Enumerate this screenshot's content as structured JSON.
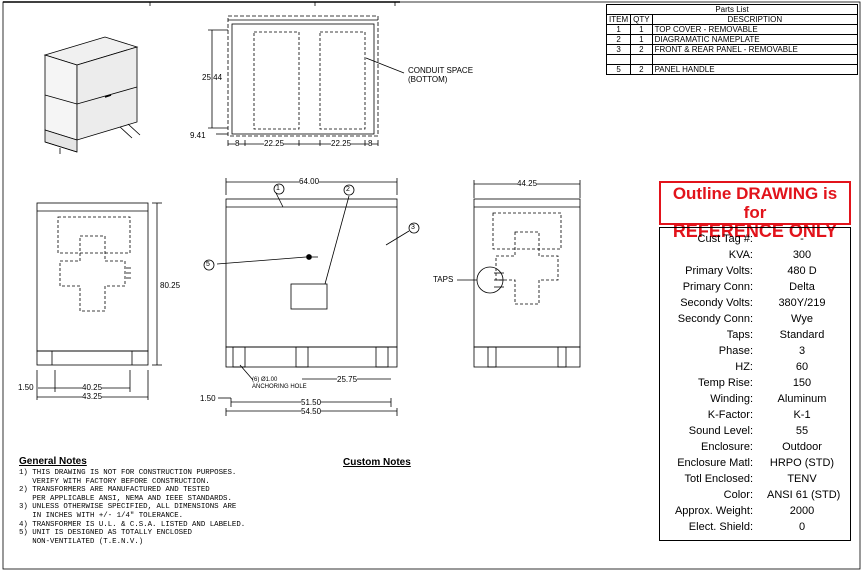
{
  "parts_list": {
    "caption": "Parts List",
    "headers": {
      "item": "ITEM",
      "qty": "QTY",
      "description": "DESCRIPTION"
    },
    "rows": [
      {
        "item": "1",
        "qty": "1",
        "description": "TOP COVER - REMOVABLE"
      },
      {
        "item": "2",
        "qty": "1",
        "description": "DIAGRAMATIC NAMEPLATE"
      },
      {
        "item": "3",
        "qty": "2",
        "description": "FRONT & REAR PANEL - REMOVABLE"
      },
      {
        "item": "",
        "qty": "",
        "description": ""
      },
      {
        "item": "5",
        "qty": "2",
        "description": "PANEL HANDLE"
      }
    ]
  },
  "stamp": {
    "line1": "Outline DRAWING is for",
    "line2": "REFERENCE ONLY"
  },
  "specs": [
    {
      "label": "Cust Tag #:",
      "value": "-"
    },
    {
      "label": "KVA:",
      "value": "300"
    },
    {
      "label": "Primary Volts:",
      "value": "480 D"
    },
    {
      "label": "Primary Conn:",
      "value": "Delta"
    },
    {
      "label": "Secondy Volts:",
      "value": "380Y/219"
    },
    {
      "label": "Secondy Conn:",
      "value": "Wye"
    },
    {
      "label": "Taps:",
      "value": "Standard"
    },
    {
      "label": "Phase:",
      "value": "3"
    },
    {
      "label": "HZ:",
      "value": "60"
    },
    {
      "label": "Temp Rise:",
      "value": "150"
    },
    {
      "label": "Winding:",
      "value": "Aluminum"
    },
    {
      "label": "K-Factor:",
      "value": "K-1"
    },
    {
      "label": "Sound Level:",
      "value": "55"
    },
    {
      "label": "Enclosure:",
      "value": "Outdoor"
    },
    {
      "label": "Enclosure Matl:",
      "value": "HRPO (STD)"
    },
    {
      "label": "Totl Enclosed:",
      "value": "TENV"
    },
    {
      "label": "Color:",
      "value": "ANSI 61 (STD)"
    },
    {
      "label": "Approx. Weight:",
      "value": "2000"
    },
    {
      "label": "Elect. Shield:",
      "value": "0"
    }
  ],
  "notes": {
    "general_title": "General Notes",
    "custom_title": "Custom Notes",
    "lines": [
      "1) THIS DRAWING IS NOT FOR CONSTRUCTION PURPOSES.",
      "   VERIFY WITH FACTORY BEFORE CONSTRUCTION.",
      "2) TRANSFORMERS ARE MANUFACTURED AND TESTED",
      "   PER APPLICABLE ANSI, NEMA AND IEEE STANDARDS.",
      "3) UNLESS OTHERWISE SPECIFIED, ALL DIMENSIONS ARE",
      "   IN INCHES WITH +/- 1/4\" TOLERANCE.",
      "4) TRANSFORMER IS U.L. & C.S.A. LISTED AND LABELED.",
      "5) UNIT IS DESIGNED AS TOTALLY ENCLOSED",
      "   NON-VENTILATED (T.E.N.V.)"
    ]
  },
  "top_view": {
    "dim_height": "25.44",
    "dim_offset": "9.41",
    "dim_a": "8",
    "dim_b": "22.25",
    "dim_c": "22.25",
    "dim_d": "8",
    "conduit_line1": "CONDUIT SPACE",
    "conduit_line2": "(BOTTOM)"
  },
  "side_view": {
    "height": "80.25",
    "base_offset": "1.50",
    "inner": "40.25",
    "outer": "43.25"
  },
  "front_view": {
    "width": "64.00",
    "callouts": [
      "1",
      "2",
      "3",
      "5"
    ],
    "anchor_line1": "(6) Ø1.00",
    "anchor_line2": "ANCHORING HOLE",
    "dim_25": "25.75",
    "base_offset": "1.50",
    "inner": "51.50",
    "outer": "54.50"
  },
  "right_view": {
    "width": "44.25",
    "taps_label": "TAPS"
  }
}
